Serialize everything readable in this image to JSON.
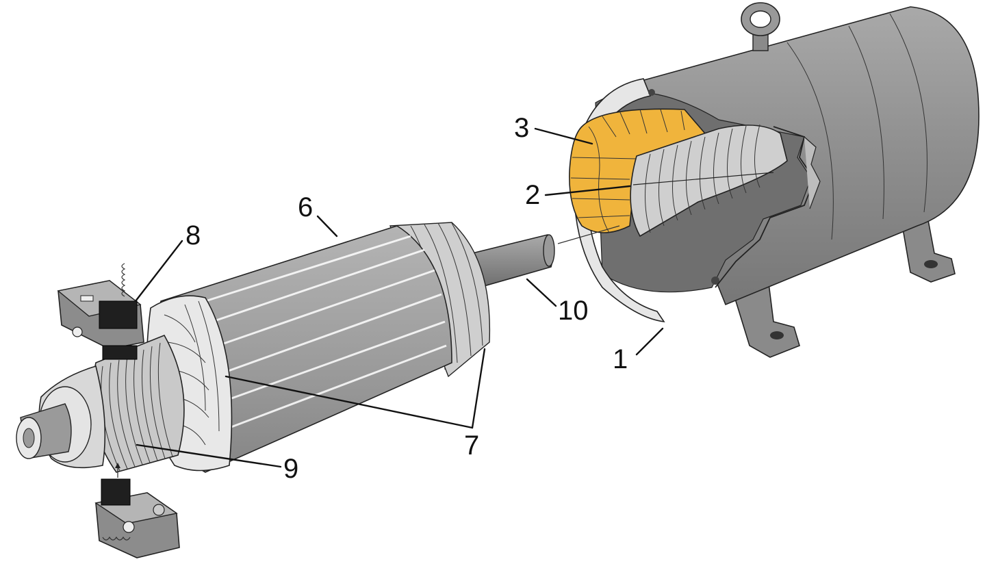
{
  "diagram": {
    "callouts": [
      {
        "id": "1",
        "label": "1"
      },
      {
        "id": "2",
        "label": "2"
      },
      {
        "id": "3",
        "label": "3"
      },
      {
        "id": "6",
        "label": "6"
      },
      {
        "id": "7",
        "label": "7"
      },
      {
        "id": "8",
        "label": "8"
      },
      {
        "id": "9",
        "label": "9"
      },
      {
        "id": "10",
        "label": "10"
      }
    ],
    "colors": {
      "housing": "#8f8f8f",
      "housing_dark": "#7a7a7a",
      "ring": "#e6e6e6",
      "field_coil": "#f0b43c",
      "core": "#c8c8c8",
      "rotor": "#9a9a9a",
      "brush": "#1f1f1f",
      "line": "#111111"
    }
  }
}
